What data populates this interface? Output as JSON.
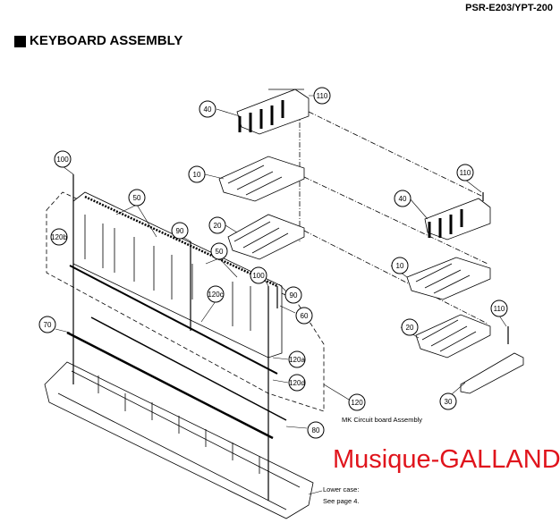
{
  "header": {
    "model": "PSR-E203/YPT-200",
    "title": "KEYBOARD ASSEMBLY"
  },
  "callouts": {
    "c110a": "110",
    "c40a": "40",
    "c10a": "10",
    "c110b": "110",
    "c40b": "40",
    "c100a": "100",
    "c50a": "50",
    "c20a": "20",
    "c90a": "90",
    "c120b": "120b",
    "c50b": "50",
    "c10b": "10",
    "c100b": "100",
    "c90b": "90",
    "c120c": "120c",
    "c60": "60",
    "c110c": "110",
    "c70": "70",
    "c20b": "20",
    "c120a": "120a",
    "c120d": "120d",
    "c120": "120",
    "c30": "30",
    "c80": "80"
  },
  "notes": {
    "mk_board": "MK Circuit board Assembly",
    "lower_case_1": "Lower case:",
    "lower_case_2": "See page 4."
  },
  "watermark": "Musique-GALLAND"
}
